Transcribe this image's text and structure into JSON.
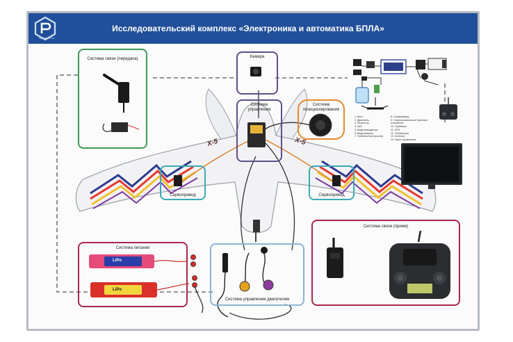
{
  "header": {
    "title": "Исследовательский комплекс «Электроника и автоматика БПЛА»",
    "logo_text": "Промобот.ru"
  },
  "sections": {
    "comm_tx": "Система связи (передача)",
    "camera": "Камера",
    "control": "Система\nуправления",
    "positioning": "Система\nпозиционирования",
    "servo_left": "Сервопривод",
    "servo_right": "Сервопривод",
    "power": "Система питания",
    "motor_control": "Система управления двигателем",
    "comm_rx": "Система связи (прием)"
  },
  "wing_marks": {
    "left": "X-5",
    "right": "X-5"
  },
  "battery_labels": {
    "top": "LiPo",
    "bottom": "LiPo"
  },
  "legend": [
    "1. Винт",
    "2. Двигатель",
    "3. Регулятор",
    "4. АКБ",
    "5. Видеопередатчик",
    "6. Видеокамера",
    "7. Полётный контроллер",
    "8. Сервопривод",
    "9. Стереоскопическое бортовое устройство",
    "10. Приёмник",
    "11. GPS",
    "12. Телеметрия",
    "13. Антенна",
    "14. Пульт управления"
  ],
  "colors": {
    "header": "#214f9a",
    "green": "#3e9a5a",
    "purple": "#5d4f8c",
    "orange": "#e28a2d",
    "teal": "#3aa8b8",
    "crimson": "#a8264a",
    "lightblue": "#8ab3d8"
  }
}
